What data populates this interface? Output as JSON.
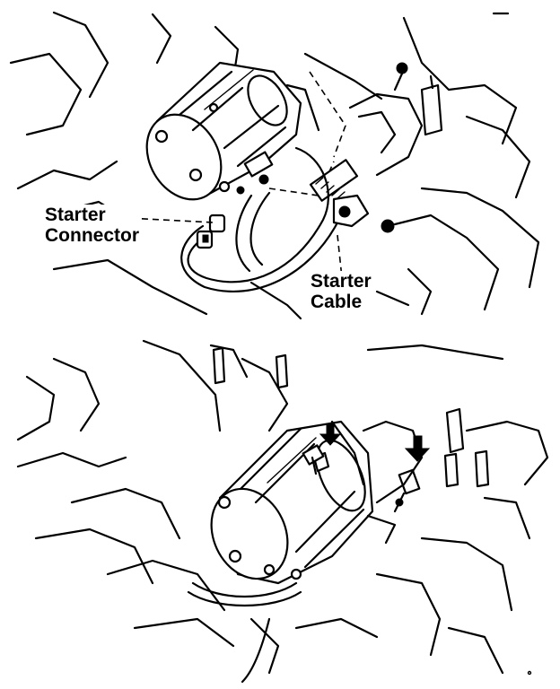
{
  "labels": {
    "starter_connector_line1": "Starter",
    "starter_connector_line2": "Connector",
    "starter_cable_line1": "Starter",
    "starter_cable_line2": "Cable"
  }
}
